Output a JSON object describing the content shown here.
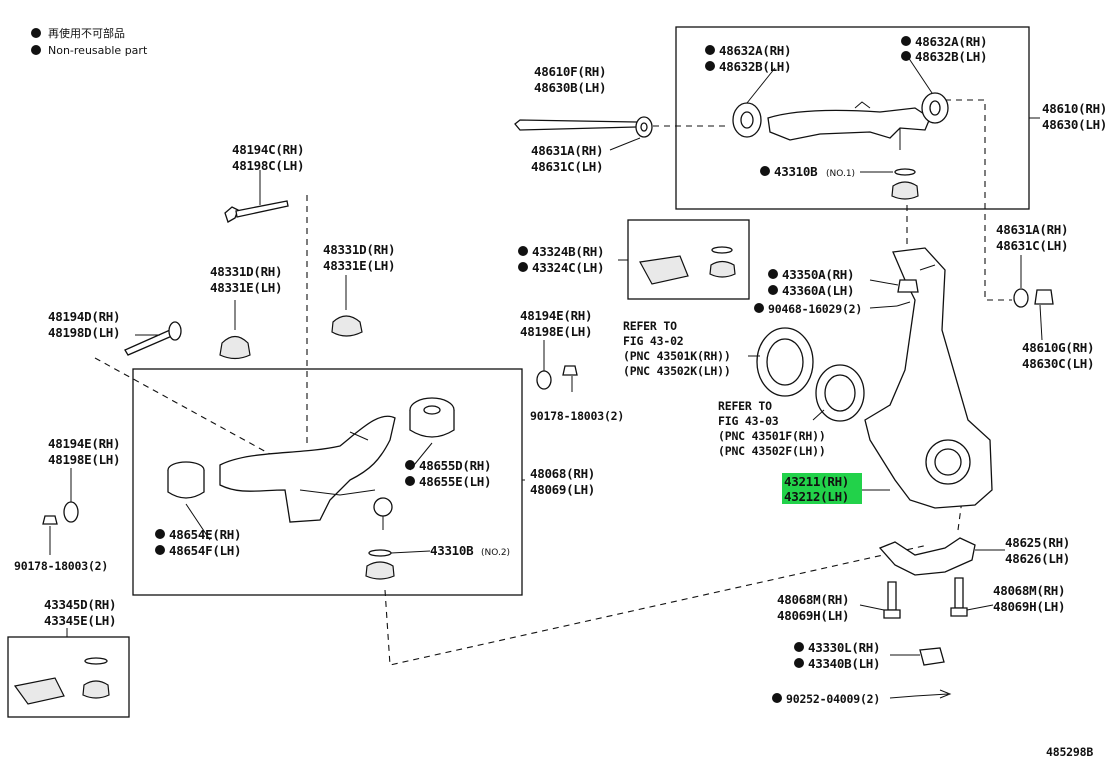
{
  "legend": [
    {
      "text": "再使用不可部品"
    },
    {
      "text": "Non-reusable part"
    }
  ],
  "colors": {
    "highlight": "#22d24a",
    "line": "#111111"
  },
  "labels": {
    "l48610F": [
      "48610F(RH)",
      "48630B(LH)"
    ],
    "l48631A_top": [
      "48631A(RH)",
      "48631C(LH)"
    ],
    "l48632A_left": [
      "48632A(RH)",
      "48632B(LH)"
    ],
    "l48632A_right": [
      "48632A(RH)",
      "48632B(LH)"
    ],
    "l48610_right": [
      "48610(RH)",
      "48630(LH)"
    ],
    "l43310B_no1": {
      "code": "43310B",
      "note": "(NO.1)"
    },
    "l48194C": [
      "48194C(RH)",
      "48198C(LH)"
    ],
    "l48331D_a": [
      "48331D(RH)",
      "48331E(LH)"
    ],
    "l48331D_b": [
      "48331D(RH)",
      "48331E(LH)"
    ],
    "l43324B": [
      "43324B(RH)",
      "43324C(LH)"
    ],
    "l48631A_right": [
      "48631A(RH)",
      "48631C(LH)"
    ],
    "l43350A": [
      "43350A(RH)",
      "43360A(LH)"
    ],
    "l90468": "90468-16029(2)",
    "l48610G": [
      "48610G(RH)",
      "48630C(LH)"
    ],
    "l48194D": [
      "48194D(RH)",
      "48198D(LH)"
    ],
    "l48194E_top": [
      "48194E(RH)",
      "48198E(LH)"
    ],
    "l90178_mid": "90178-18003(2)",
    "refer1": [
      "REFER TO",
      "FIG 43-02",
      "(PNC 43501K(RH))",
      "(PNC 43502K(LH))"
    ],
    "refer2": [
      "REFER TO",
      "FIG 43-03",
      "(PNC 43501F(RH))",
      "(PNC 43502F(LH))"
    ],
    "l48194E_left": [
      "48194E(RH)",
      "48198E(LH)"
    ],
    "l48655D": [
      "48655D(RH)",
      "48655E(LH)"
    ],
    "l48068": [
      "48068(RH)",
      "48069(LH)"
    ],
    "l43211": [
      "43211(RH)",
      "43212(LH)"
    ],
    "l48654E": [
      "48654E(RH)",
      "48654F(LH)"
    ],
    "l90178_left": "90178-18003(2)",
    "l43310B_no2": {
      "code": "43310B",
      "note": "(NO.2)"
    },
    "l48625": [
      "48625(RH)",
      "48626(LH)"
    ],
    "l43345D": [
      "43345D(RH)",
      "43345E(LH)"
    ],
    "l48068M_left": [
      "48068M(RH)",
      "48069H(LH)"
    ],
    "l48068M_right": [
      "48068M(RH)",
      "48069H(LH)"
    ],
    "l43330L": [
      "43330L(RH)",
      "43340B(LH)"
    ],
    "l90252": "90252-04009(2)",
    "figure_code": "485298B"
  },
  "icons": {
    "bullet": "filled-circle-icon"
  }
}
